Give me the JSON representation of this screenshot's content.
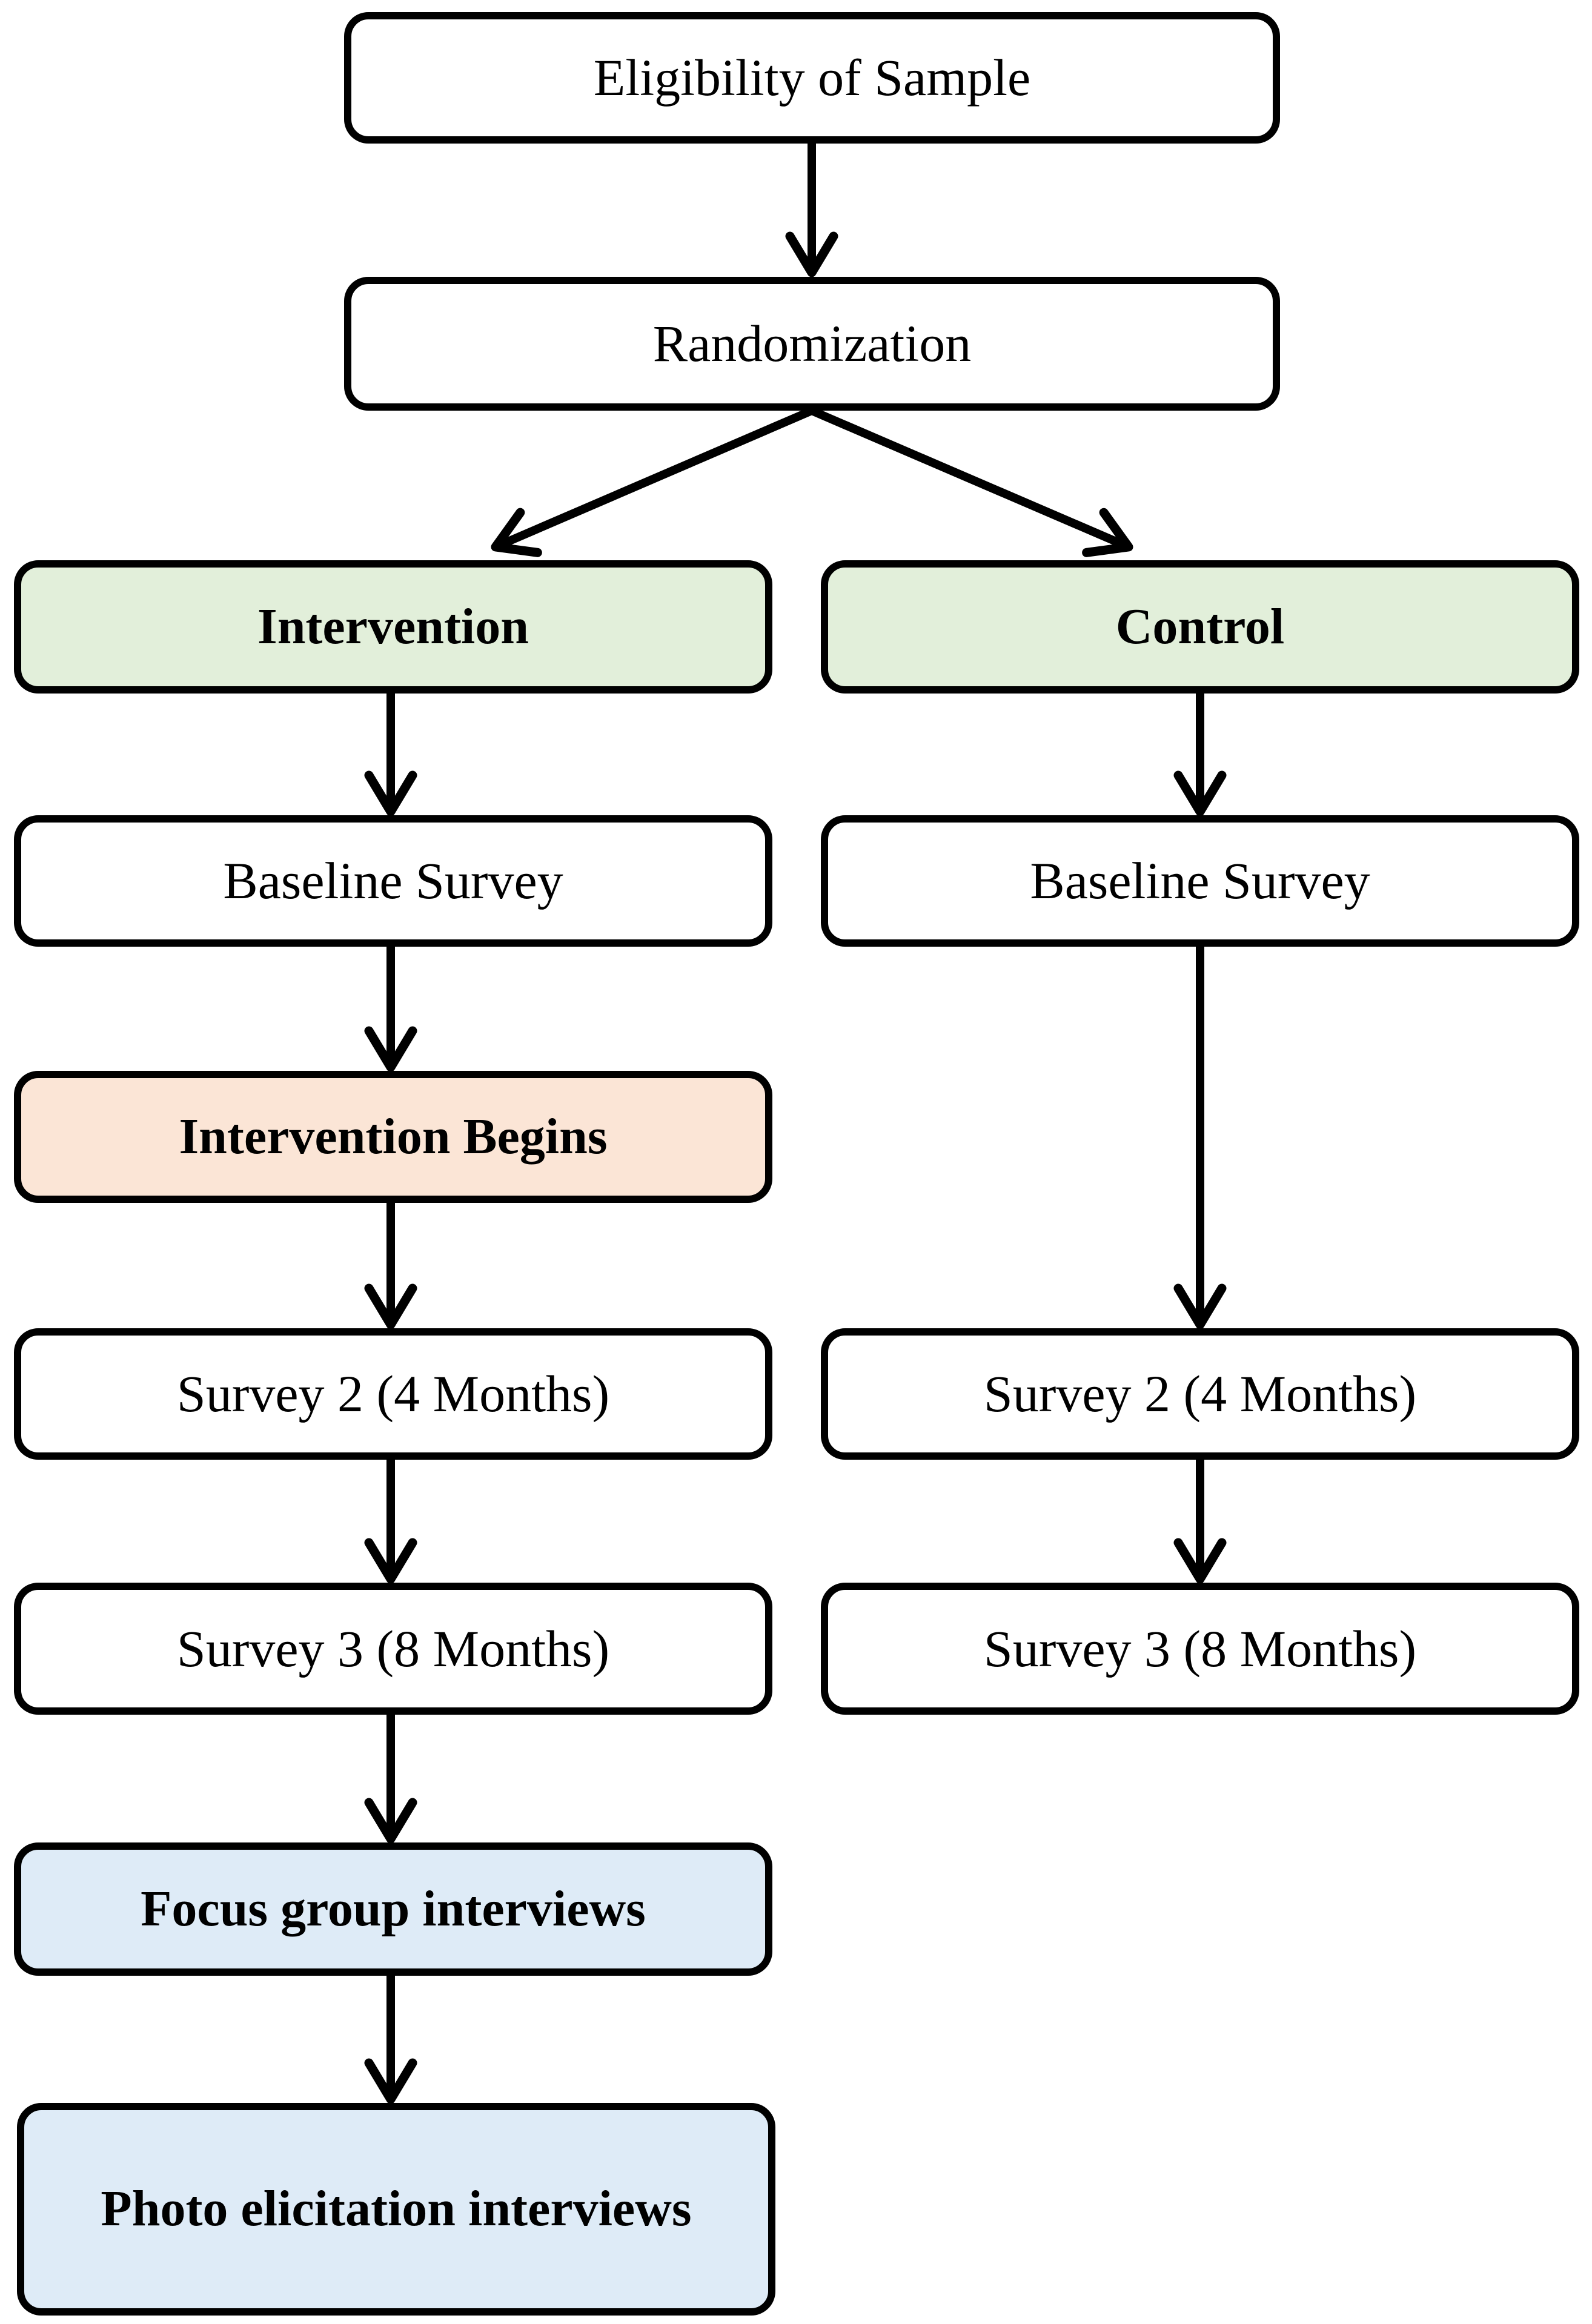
{
  "figure": {
    "type": "flowchart",
    "description": "Randomized controlled study design flow diagram with an Intervention arm and a Control arm",
    "background_color": "#FFFFFF",
    "box_border_color": "#000000",
    "arrow_color": "#000000"
  },
  "colors": {
    "green_fill": "#E2EFDA",
    "peach_fill": "#FBE5D6",
    "blue_fill": "#DEEBF7",
    "white_fill": "#FFFFFF",
    "text": "#000000"
  },
  "nodes": {
    "eligibility": {
      "label": "Eligibility of Sample",
      "fill": "white",
      "bold": false
    },
    "randomization": {
      "label": "Randomization",
      "fill": "white",
      "bold": false
    },
    "intervention": {
      "label": "Intervention",
      "fill": "green",
      "bold": true
    },
    "control": {
      "label": "Control",
      "fill": "green",
      "bold": true
    },
    "baseline_left": {
      "label": "Baseline Survey",
      "fill": "white",
      "bold": false
    },
    "baseline_right": {
      "label": "Baseline Survey",
      "fill": "white",
      "bold": false
    },
    "intervention_begins": {
      "label": "Intervention Begins",
      "fill": "peach",
      "bold": true
    },
    "survey2_left": {
      "label": "Survey 2 (4 Months)",
      "fill": "white",
      "bold": false
    },
    "survey2_right": {
      "label": "Survey 2 (4 Months)",
      "fill": "white",
      "bold": false
    },
    "survey3_left": {
      "label": "Survey 3 (8 Months)",
      "fill": "white",
      "bold": false
    },
    "survey3_right": {
      "label": "Survey 3 (8 Months)",
      "fill": "white",
      "bold": false
    },
    "focus_group": {
      "label": "Focus group interviews",
      "fill": "blue",
      "bold": true
    },
    "photo_elicitation": {
      "label": "Photo elicitation interviews",
      "fill": "blue",
      "bold": true
    }
  },
  "edges": [
    {
      "from": "eligibility",
      "to": "randomization"
    },
    {
      "from": "randomization",
      "to": "intervention"
    },
    {
      "from": "randomization",
      "to": "control"
    },
    {
      "from": "intervention",
      "to": "baseline_left"
    },
    {
      "from": "control",
      "to": "baseline_right"
    },
    {
      "from": "baseline_left",
      "to": "intervention_begins"
    },
    {
      "from": "baseline_right",
      "to": "survey2_right"
    },
    {
      "from": "intervention_begins",
      "to": "survey2_left"
    },
    {
      "from": "survey2_left",
      "to": "survey3_left"
    },
    {
      "from": "survey2_right",
      "to": "survey3_right"
    },
    {
      "from": "survey3_left",
      "to": "focus_group"
    },
    {
      "from": "focus_group",
      "to": "photo_elicitation"
    }
  ]
}
